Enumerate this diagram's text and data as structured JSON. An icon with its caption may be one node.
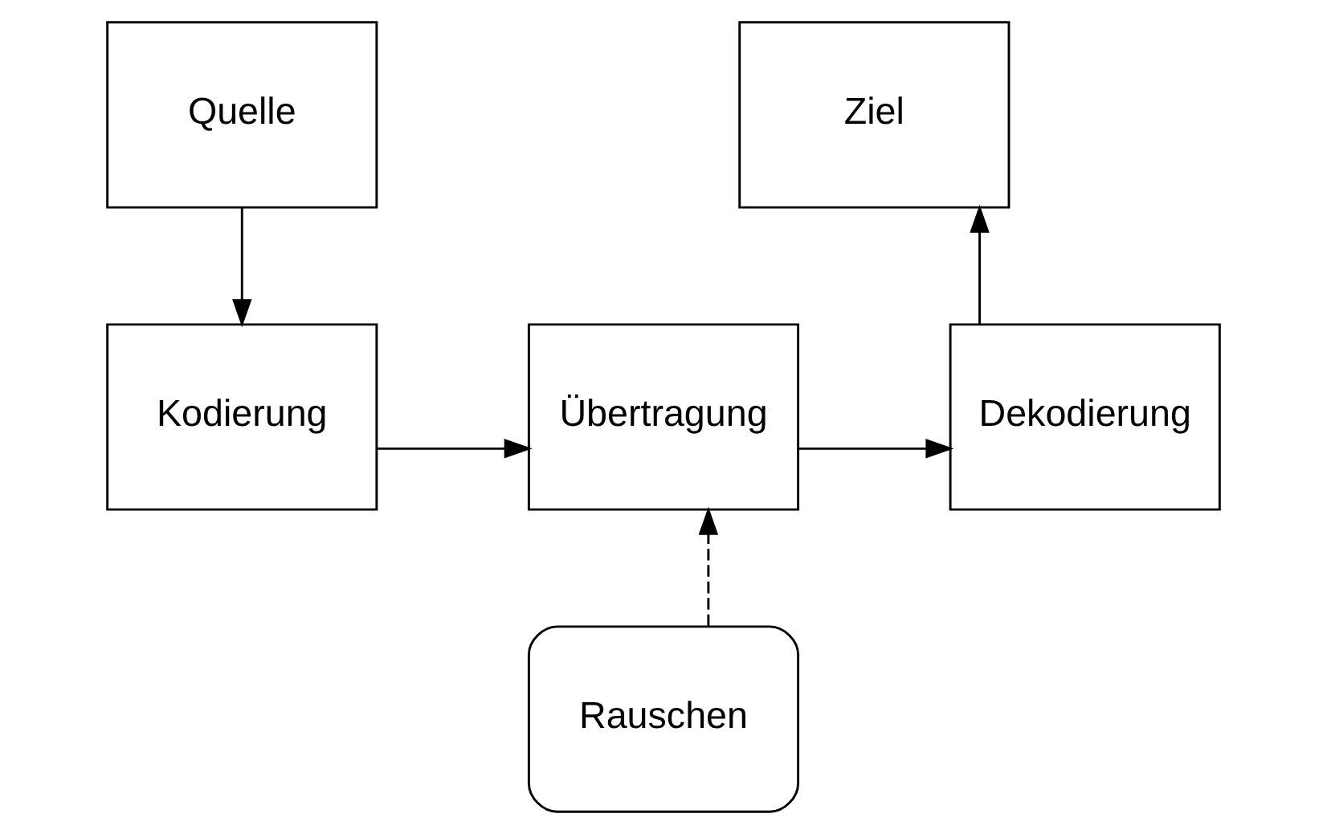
{
  "diagram": {
    "nodes": [
      {
        "text": [
          "Quelle"
        ]
      },
      {
        "text": [
          "Kodierung"
        ]
      },
      {
        "text": [
          "Übertragung"
        ]
      },
      {
        "text": [
          "Dekodierung"
        ]
      },
      {
        "text": [
          "Ziel"
        ]
      },
      {
        "text": [
          "Rauschen"
        ]
      }
    ],
    "edges": [
      {
        "from": 0,
        "to": 1,
        "arrow": "to"
      },
      {
        "from": 1,
        "to": 2,
        "arrow": "to"
      },
      {
        "from": 2,
        "to": 3,
        "arrow": "to"
      },
      {
        "from": 3,
        "to": 4,
        "arrow": "to"
      },
      {
        "from": 5,
        "to": 2,
        "arrow": "to",
        "style": "dashed"
      }
    ]
  }
}
